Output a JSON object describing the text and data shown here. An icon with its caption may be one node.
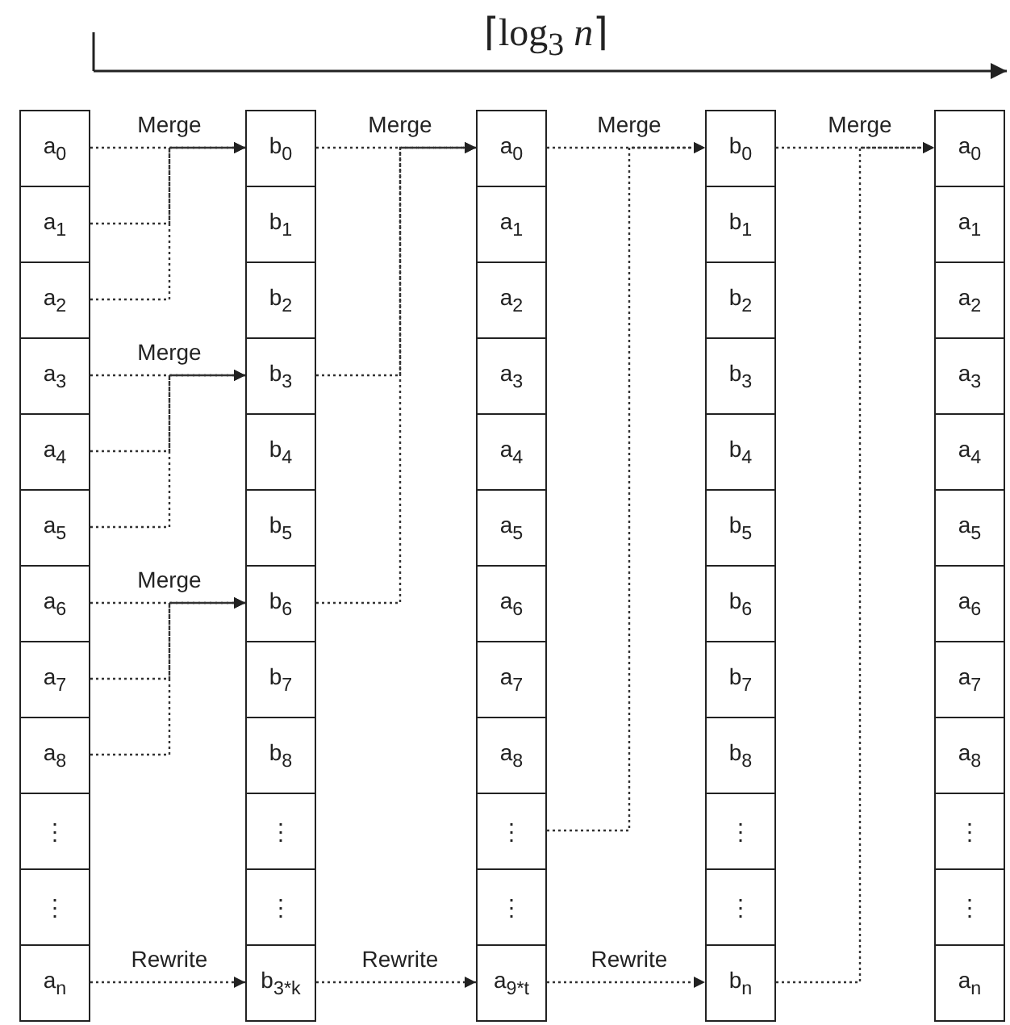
{
  "diagram": {
    "nodes": [
      {
        "text": [
          "a$_{0}$"
        ]
      },
      {
        "text": [
          "a$_{1}$"
        ]
      },
      {
        "text": [
          "a$_{2}$"
        ]
      },
      {
        "text": [
          "a$_{3}$"
        ]
      },
      {
        "text": [
          "a$_{4}$"
        ]
      },
      {
        "text": [
          "a$_{5}$"
        ]
      },
      {
        "text": [
          "a$_{6}$"
        ]
      },
      {
        "text": [
          "a$_{7}$"
        ]
      },
      {
        "text": [
          "a$_{8}$"
        ]
      },
      {
        "text": [
          "⋮"
        ]
      },
      {
        "text": [
          "⋮"
        ]
      },
      {
        "text": [
          "a$_{n}$"
        ]
      },
      {
        "text": [
          "b$_{0}$"
        ]
      },
      {
        "text": [
          "b$_{1}$"
        ]
      },
      {
        "text": [
          "b$_{2}$"
        ]
      },
      {
        "text": [
          "b$_{3}$"
        ]
      },
      {
        "text": [
          "b$_{4}$"
        ]
      },
      {
        "text": [
          "b$_{5}$"
        ]
      },
      {
        "text": [
          "b$_{6}$"
        ]
      },
      {
        "text": [
          "b$_{7}$"
        ]
      },
      {
        "text": [
          "b$_{8}$"
        ]
      },
      {
        "text": [
          "⋮"
        ]
      },
      {
        "text": [
          "⋮"
        ]
      },
      {
        "text": [
          "b$_{3*k}$"
        ]
      },
      {
        "text": [
          "a$_{0}$"
        ]
      },
      {
        "text": [
          "a$_{1}$"
        ]
      },
      {
        "text": [
          "a$_{2}$"
        ]
      },
      {
        "text": [
          "a$_{3}$"
        ]
      },
      {
        "text": [
          "a$_{4}$"
        ]
      },
      {
        "text": [
          "a$_{5}$"
        ]
      },
      {
        "text": [
          "a$_{6}$"
        ]
      },
      {
        "text": [
          "a$_{7}$"
        ]
      },
      {
        "text": [
          "a$_{8}$"
        ]
      },
      {
        "text": [
          "⋮"
        ]
      },
      {
        "text": [
          "⋮"
        ]
      },
      {
        "text": [
          "a$_{9*t}$"
        ]
      },
      {
        "text": [
          "b$_{0}$"
        ]
      },
      {
        "text": [
          "b$_{1}$"
        ]
      },
      {
        "text": [
          "b$_{2}$"
        ]
      },
      {
        "text": [
          "b$_{3}$"
        ]
      },
      {
        "text": [
          "b$_{4}$"
        ]
      },
      {
        "text": [
          "b$_{5}$"
        ]
      },
      {
        "text": [
          "b$_{6}$"
        ]
      },
      {
        "text": [
          "b$_{7}$"
        ]
      },
      {
        "text": [
          "b$_{8}$"
        ]
      },
      {
        "text": [
          "⋮"
        ]
      },
      {
        "text": [
          "⋮"
        ]
      },
      {
        "text": [
          "b$_{n}$"
        ]
      },
      {
        "text": [
          "a$_{0}$"
        ]
      },
      {
        "text": [
          "a$_{1}$"
        ]
      },
      {
        "text": [
          "a$_{2}$"
        ]
      },
      {
        "text": [
          "a$_{3}$"
        ]
      },
      {
        "text": [
          "a$_{4}$"
        ]
      },
      {
        "text": [
          "a$_{5}$"
        ]
      },
      {
        "text": [
          "a$_{6}$"
        ]
      },
      {
        "text": [
          "a$_{7}$"
        ]
      },
      {
        "text": [
          "a$_{8}$"
        ]
      },
      {
        "text": [
          "⋮"
        ]
      },
      {
        "text": [
          "⋮"
        ]
      },
      {
        "text": [
          "a$_{n}$"
        ]
      }
    ],
    "edges": [
      {
        "from": 0,
        "to": 12,
        "arrow": "to",
        "label": "Merge",
        "style": "dashed"
      },
      {
        "from": 1,
        "to": 12,
        "arrow": "to",
        "style": "dashed"
      },
      {
        "from": 2,
        "to": 12,
        "arrow": "to",
        "style": "dashed"
      },
      {
        "from": 3,
        "to": 15,
        "arrow": "to",
        "label": "Merge",
        "style": "dashed"
      },
      {
        "from": 4,
        "to": 15,
        "arrow": "to",
        "style": "dashed"
      },
      {
        "from": 5,
        "to": 15,
        "arrow": "to",
        "style": "dashed"
      },
      {
        "from": 6,
        "to": 18,
        "arrow": "to",
        "label": "Merge",
        "style": "dashed"
      },
      {
        "from": 7,
        "to": 18,
        "arrow": "to",
        "style": "dashed"
      },
      {
        "from": 8,
        "to": 18,
        "arrow": "to",
        "style": "dashed"
      },
      {
        "from": 11,
        "to": 23,
        "arrow": "to",
        "label": "Rewrite",
        "style": "dashed"
      },
      {
        "from": 12,
        "to": 24,
        "arrow": "to",
        "label": "Merge",
        "style": "dashed"
      },
      {
        "from": 15,
        "to": 24,
        "arrow": "to",
        "style": "dashed"
      },
      {
        "from": 18,
        "to": 24,
        "arrow": "to",
        "style": "dashed"
      },
      {
        "from": 23,
        "to": 35,
        "arrow": "to",
        "label": "Rewrite",
        "style": "dashed"
      },
      {
        "from": 24,
        "to": 36,
        "arrow": "to",
        "label": "Merge",
        "style": "dashed"
      },
      {
        "from": 33,
        "to": 36,
        "arrow": "to",
        "style": "dashed"
      },
      {
        "from": 35,
        "to": 47,
        "arrow": "to",
        "label": "Rewrite",
        "style": "dashed"
      },
      {
        "from": 36,
        "to": 48,
        "arrow": "to",
        "label": "Merge",
        "style": "dashed"
      },
      {
        "from": 47,
        "to": 48,
        "arrow": "to",
        "style": "dashed"
      }
    ],
    "labels": [
      "⌈log$_{3}$ *n*⌉"
    ]
  }
}
